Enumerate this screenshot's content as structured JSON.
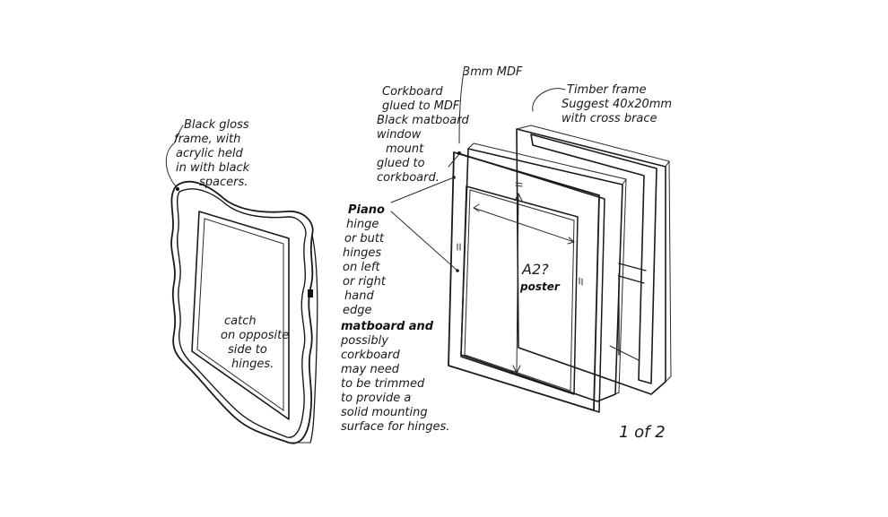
{
  "notes": {
    "black_frame": [
      "Black gloss",
      "frame, with",
      "acrylic held",
      "in with black",
      "spacers."
    ],
    "catch": [
      "catch",
      "on opposite",
      "side to",
      "hinges."
    ],
    "mdf": "3mm MDF",
    "corkboard": [
      "Corkboard",
      "glued to MDF",
      "Black matboard",
      "window",
      "mount",
      "glued to",
      "corkboard."
    ],
    "timber": [
      "Timber frame",
      "Suggest 40x20mm",
      "with cross brace"
    ],
    "hinge": [
      "Piano",
      "hinge",
      "or butt",
      "hinges",
      "on left",
      "or right",
      "hand",
      "edge"
    ],
    "matboard": [
      "matboard and",
      "possibly",
      "corkboard",
      "may need",
      "to be trimmed",
      "to provide a",
      "solid mounting",
      "surface for hinges."
    ],
    "poster": [
      "A2?",
      "poster"
    ],
    "page": "1 of 2"
  }
}
